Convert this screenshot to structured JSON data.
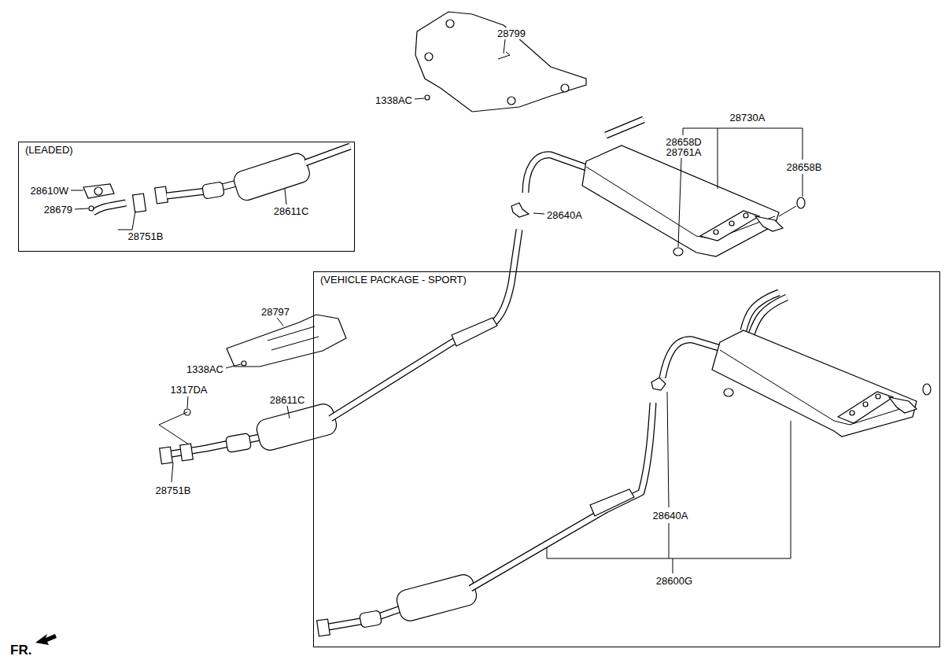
{
  "diagram": {
    "nodes": [
      {
        "text": [
          "(LEADED)"
        ]
      },
      {
        "text": [
          "(VEHICLE PACKAGE - SPORT)"
        ]
      }
    ],
    "labels": [
      "28799",
      "1338AC",
      "28730A",
      "28658D",
      "28761A",
      "28658B",
      "28610W",
      "28679",
      "28751B",
      "28611C",
      "28640A",
      "28797",
      "1338AC",
      "1317DA",
      "28611C",
      "28751B",
      "28640A",
      "28600G",
      "FR."
    ]
  }
}
